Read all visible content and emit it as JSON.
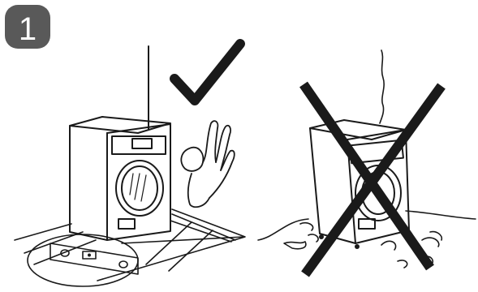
{
  "step": {
    "number": "1"
  },
  "panels": {
    "correct": {
      "mark": "checkmark-icon",
      "subject": "washing-machine-level-on-flat-tiled-floor"
    },
    "incorrect": {
      "mark": "cross-icon",
      "subject": "washing-machine-tilted-on-uneven-floor"
    }
  },
  "colors": {
    "badge": "#595959",
    "line": "#1a1a1a",
    "background": "#ffffff"
  }
}
